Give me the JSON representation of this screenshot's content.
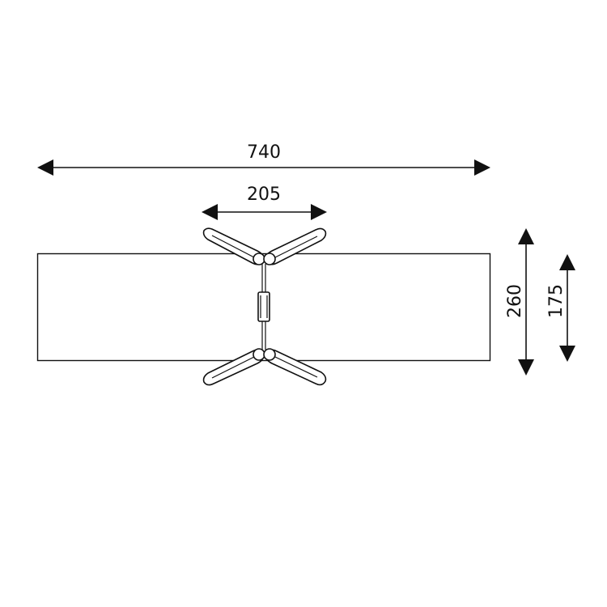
{
  "dimensions": {
    "overall_length": "740",
    "leg_span": "205",
    "overall_height": "260",
    "top_depth": "175"
  }
}
